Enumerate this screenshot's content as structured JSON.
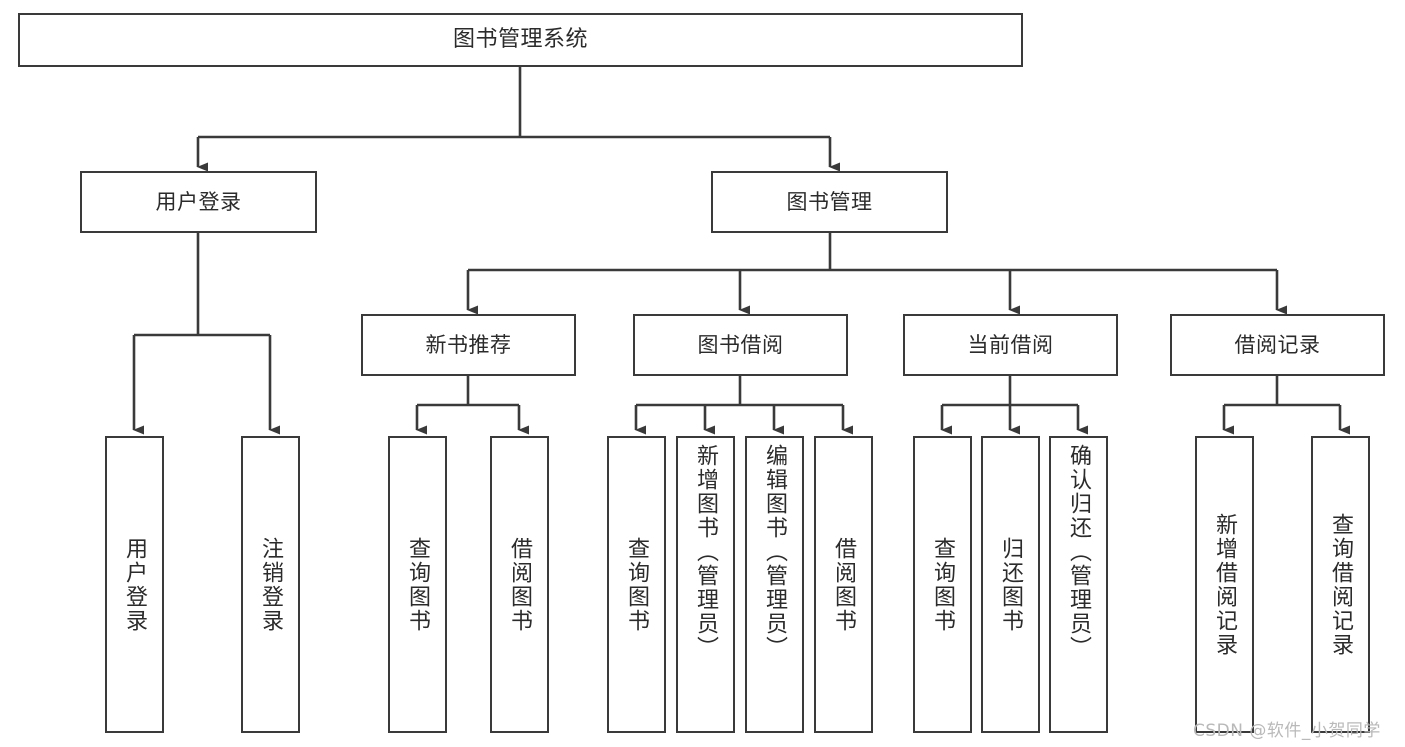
{
  "diagram": {
    "title": "图书管理系统",
    "type": "hierarchy-tree",
    "root": {
      "label": "图书管理系统"
    },
    "level1": [
      {
        "label": "用户登录"
      },
      {
        "label": "图书管理"
      }
    ],
    "level2": [
      {
        "label": "新书推荐"
      },
      {
        "label": "图书借阅"
      },
      {
        "label": "当前借阅"
      },
      {
        "label": "借阅记录"
      }
    ],
    "leaves": {
      "user_login": [
        {
          "label": "用户登录"
        },
        {
          "label": "注销登录"
        }
      ],
      "new_book": [
        {
          "label": "查询图书"
        },
        {
          "label": "借阅图书"
        }
      ],
      "book_borrow": [
        {
          "label": "查询图书"
        },
        {
          "label": "新增图书（管理员）"
        },
        {
          "label": "编辑图书（管理员）"
        },
        {
          "label": "借阅图书"
        }
      ],
      "current_borrow": [
        {
          "label": "查询图书"
        },
        {
          "label": "归还图书"
        },
        {
          "label": "确认归还（管理员）"
        }
      ],
      "borrow_record": [
        {
          "label": "新增借阅记录"
        },
        {
          "label": "查询借阅记录"
        }
      ]
    }
  },
  "watermark": {
    "text": "CSDN @软件_小贺同学"
  },
  "colors": {
    "stroke": "#3a3a3a",
    "background": "#ffffff",
    "text": "#2b2b2b",
    "watermark": "#b9b9b9"
  }
}
